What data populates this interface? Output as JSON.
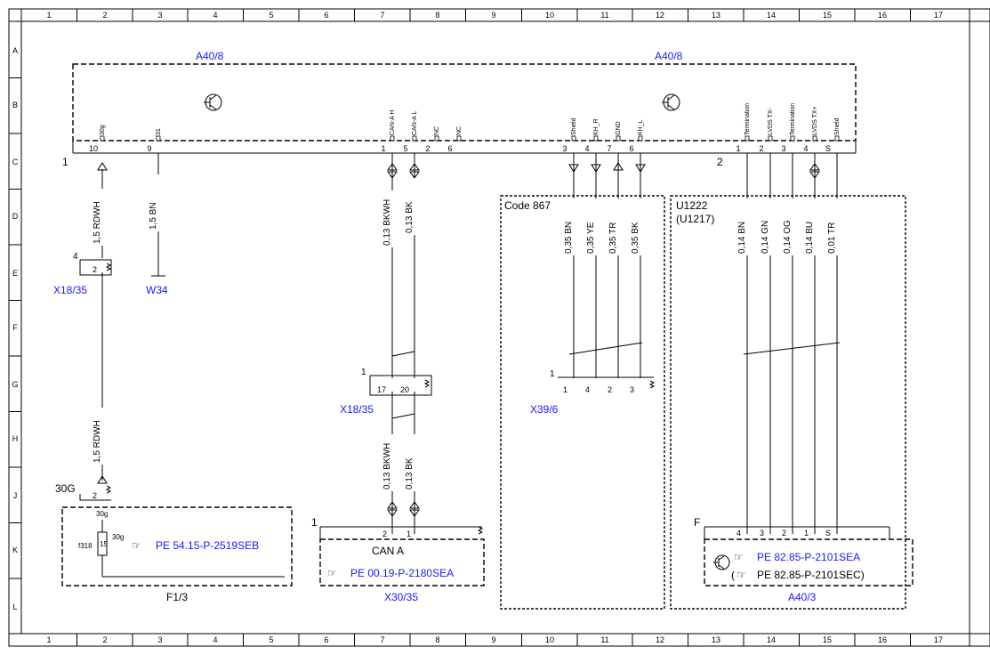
{
  "grid": {
    "columns": [
      "1",
      "2",
      "3",
      "4",
      "5",
      "6",
      "7",
      "8",
      "9",
      "10",
      "11",
      "12",
      "13",
      "14",
      "15",
      "16",
      "17"
    ],
    "rows": [
      "A",
      "B",
      "C",
      "D",
      "E",
      "F",
      "G",
      "H",
      "J",
      "K",
      "L"
    ]
  },
  "top_module": {
    "label_left": "A40/8",
    "label_right": "A40/8",
    "side_left": "1",
    "side_right": "2",
    "pins": [
      {
        "num": "10",
        "name": "30g"
      },
      {
        "num": "9",
        "name": "31"
      },
      {
        "num": "1",
        "name": "CAN-A H"
      },
      {
        "num": "5",
        "name": "CAN-A L"
      },
      {
        "num": "2",
        "name": "NC"
      },
      {
        "num": "6",
        "name": "NC"
      },
      {
        "num": "3",
        "name": "Shield"
      },
      {
        "num": "4",
        "name": "KH_R"
      },
      {
        "num": "7",
        "name": "GND"
      },
      {
        "num": "6",
        "name": "KH_L"
      },
      {
        "num": "1",
        "name": "Termination"
      },
      {
        "num": "2",
        "name": "LVDS TX-"
      },
      {
        "num": "3",
        "name": "Termination"
      },
      {
        "num": "4",
        "name": "LVDS TX+"
      },
      {
        "num": "S",
        "name": "Shield"
      }
    ]
  },
  "wires": [
    {
      "spec": "1,5 RDWH"
    },
    {
      "spec": "1,5 BN"
    },
    {
      "spec": "0,13 BKWH"
    },
    {
      "spec": "0,13 BK"
    },
    {
      "spec": "0,35 BN"
    },
    {
      "spec": "0,35 YE"
    },
    {
      "spec": "0,35 TR"
    },
    {
      "spec": "0,35 BK"
    },
    {
      "spec": "0,14 BN"
    },
    {
      "spec": "0,14 GN"
    },
    {
      "spec": "0,14 OG"
    },
    {
      "spec": "0,14 BU"
    },
    {
      "spec": "0,01 TR"
    },
    {
      "spec": "1,5 RDWH"
    },
    {
      "spec": "0,13 BKWH"
    },
    {
      "spec": "0,13 BK"
    }
  ],
  "connectors": {
    "x1835_a": {
      "label": "X18/35",
      "side": "4",
      "pin": "2"
    },
    "w34": {
      "label": "W34"
    },
    "x1835_b": {
      "label": "X18/35",
      "side": "1",
      "pins": [
        "17",
        "20"
      ]
    },
    "x396": {
      "label": "X39/6",
      "side": "1",
      "pins": [
        "1",
        "4",
        "2",
        "3"
      ]
    }
  },
  "regions": {
    "code867": "Code 867",
    "u1222_a": "U1222",
    "u1222_b": "(U1217)"
  },
  "f13": {
    "label": "F1/3",
    "connector": "30G",
    "pin": "2",
    "pin_top": "30g",
    "fuse_name": "f318",
    "fuse_value": "15",
    "fuse_side": "30g",
    "ref": "PE 54.15-P-2519SEB"
  },
  "x3035": {
    "label": "X30/35",
    "title": "CAN A",
    "side": "1",
    "pins": [
      "2",
      "1"
    ],
    "ref": "PE 00.19-P-2180SEA"
  },
  "a403": {
    "label": "A40/3",
    "side": "F",
    "pins": [
      "4",
      "3",
      "2",
      "1",
      "S"
    ],
    "ref1": "PE 82.85-P-2101SEA",
    "ref2": "(",
    "ref2_body": "PE 82.85-P-2101SEC)"
  },
  "colors": {
    "link": "#1a1aff",
    "line": "#000000"
  }
}
